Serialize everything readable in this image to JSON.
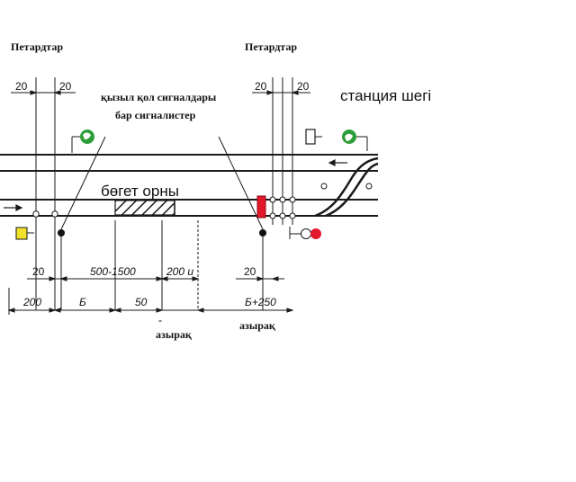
{
  "labels": {
    "petard_left": "Петардтар",
    "petard_right": "Петардтар",
    "signalmen": [
      "қызыл қол сигналдары",
      "бар сигналистер"
    ],
    "station_boundary": "станция шегі",
    "obstacle": "бөгет орны",
    "shorter_left": "азырақ",
    "shorter_right": "азырақ",
    "shorter_dash": "-"
  },
  "dimensions": {
    "top_left_a": "20",
    "top_left_b": "20",
    "top_right_a": "20",
    "top_right_b": "20",
    "mid_left_20": "20",
    "mid_range": "500-1500",
    "mid_200": "200 и",
    "mid_right_20": "20",
    "bot_200": "200",
    "bot_b": "Б",
    "bot_50": "50",
    "bot_b250": "Б+250"
  },
  "colors": {
    "track": "#1a1a1a",
    "signal_green": "#2e9e3a",
    "signal_red": "#e3182d",
    "signal_yellow": "#f2e12b",
    "barrier_red": "#e3182d"
  },
  "icons": {
    "hand_signal_left": "green-hand-signal-icon",
    "hand_signal_right": "green-hand-signal-icon",
    "yellow_board": "yellow-board-icon",
    "red_lights": "red-signal-lights-icon",
    "red_barrier": "red-barrier-icon",
    "white_stop_board": "stop-board-icon"
  }
}
